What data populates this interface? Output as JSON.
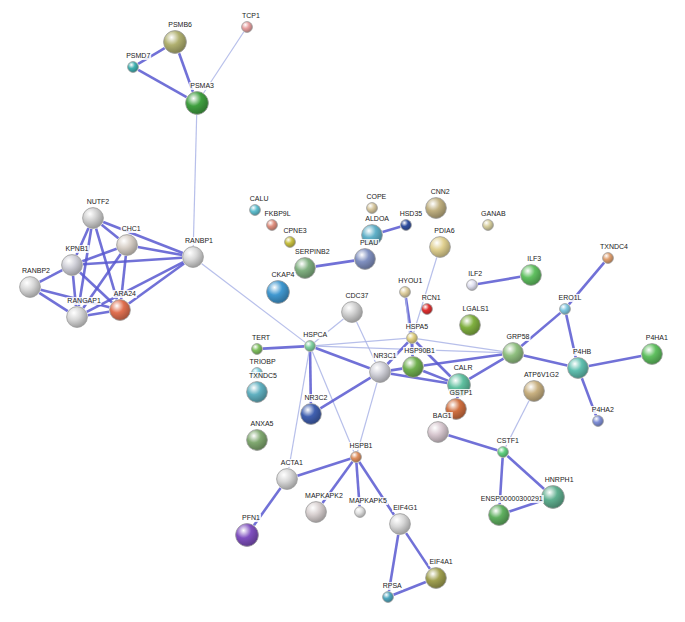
{
  "diagram": {
    "nodes": [
      {
        "text": [
          "TCP1"
        ]
      },
      {
        "text": [
          "PSMB6"
        ]
      },
      {
        "text": [
          "PSMD7"
        ]
      },
      {
        "text": [
          "PSMA3"
        ]
      },
      {
        "text": [
          "NUTF2"
        ]
      },
      {
        "text": [
          "CHC1"
        ]
      },
      {
        "text": [
          "KPNB1"
        ]
      },
      {
        "text": [
          "RANBP1"
        ]
      },
      {
        "text": [
          "RANBP2"
        ]
      },
      {
        "text": [
          "RANGAP1"
        ]
      },
      {
        "text": [
          "ARA24"
        ]
      },
      {
        "text": [
          "CALU"
        ]
      },
      {
        "text": [
          "FKBP9L"
        ]
      },
      {
        "text": [
          "CPNE3"
        ]
      },
      {
        "text": [
          "COPE"
        ]
      },
      {
        "text": [
          "CNN2"
        ]
      },
      {
        "text": [
          "HSD35"
        ]
      },
      {
        "text": [
          "ALDOA"
        ]
      },
      {
        "text": [
          "GANAB"
        ]
      },
      {
        "text": [
          "PLAU"
        ]
      },
      {
        "text": [
          "PDIA6"
        ]
      },
      {
        "text": [
          "SERPINB2"
        ]
      },
      {
        "text": [
          "CKAP4"
        ]
      },
      {
        "text": [
          "HYOU1"
        ]
      },
      {
        "text": [
          "ILF2"
        ]
      },
      {
        "text": [
          "ILF3"
        ]
      },
      {
        "text": [
          "RCN1"
        ]
      },
      {
        "text": [
          "LGALS1"
        ]
      },
      {
        "text": [
          "TXNDC4"
        ]
      },
      {
        "text": [
          "ERO1L"
        ]
      },
      {
        "text": [
          "CDC37"
        ]
      },
      {
        "text": [
          "HSPA5"
        ]
      },
      {
        "text": [
          "TERT"
        ]
      },
      {
        "text": [
          "HSPCA"
        ]
      },
      {
        "text": [
          "HSP90B1"
        ]
      },
      {
        "text": [
          "GRP58"
        ]
      },
      {
        "text": [
          "P4HB"
        ]
      },
      {
        "text": [
          "P4HA1"
        ]
      },
      {
        "text": [
          "TRIOBP"
        ]
      },
      {
        "text": [
          "TXNDC5"
        ]
      },
      {
        "text": [
          "CALR"
        ]
      },
      {
        "text": [
          "NR3C1"
        ]
      },
      {
        "text": [
          "NR3C2"
        ]
      },
      {
        "text": [
          "GSTP1"
        ]
      },
      {
        "text": [
          "ATP6V1G2"
        ]
      },
      {
        "text": [
          "P4HA2"
        ]
      },
      {
        "text": [
          "BAG1"
        ]
      },
      {
        "text": [
          "ANXA5"
        ]
      },
      {
        "text": [
          "CSTF1"
        ]
      },
      {
        "text": [
          "ACTA1"
        ]
      },
      {
        "text": [
          "HSPB1"
        ]
      },
      {
        "text": [
          "MAPKAPK2"
        ]
      },
      {
        "text": [
          "MAPKAPK5"
        ]
      },
      {
        "text": [
          "EIF4G1"
        ]
      },
      {
        "text": [
          "HNRPH1"
        ]
      },
      {
        "text": [
          "ENSP00000300291"
        ]
      },
      {
        "text": [
          "PFN1"
        ]
      },
      {
        "text": [
          "EIF4A1"
        ]
      },
      {
        "text": [
          "RPSA"
        ]
      }
    ],
    "edges": [
      {
        "from": 1,
        "to": 2,
        "arrow": "none"
      },
      {
        "from": 1,
        "to": 3,
        "arrow": "none"
      },
      {
        "from": 2,
        "to": 3,
        "arrow": "none"
      },
      {
        "from": 3,
        "to": 0,
        "arrow": "none"
      },
      {
        "from": 3,
        "to": 7,
        "arrow": "none"
      },
      {
        "from": 7,
        "to": 33,
        "arrow": "none"
      },
      {
        "from": 4,
        "to": 6,
        "arrow": "none"
      },
      {
        "from": 4,
        "to": 5,
        "arrow": "none"
      },
      {
        "from": 4,
        "to": 7,
        "arrow": "none"
      },
      {
        "from": 4,
        "to": 10,
        "arrow": "none"
      },
      {
        "from": 4,
        "to": 9,
        "arrow": "none"
      },
      {
        "from": 6,
        "to": 5,
        "arrow": "none"
      },
      {
        "from": 6,
        "to": 8,
        "arrow": "none"
      },
      {
        "from": 6,
        "to": 9,
        "arrow": "none"
      },
      {
        "from": 6,
        "to": 10,
        "arrow": "none"
      },
      {
        "from": 6,
        "to": 7,
        "arrow": "none"
      },
      {
        "from": 5,
        "to": 7,
        "arrow": "none"
      },
      {
        "from": 5,
        "to": 10,
        "arrow": "none"
      },
      {
        "from": 5,
        "to": 9,
        "arrow": "none"
      },
      {
        "from": 8,
        "to": 9,
        "arrow": "none"
      },
      {
        "from": 8,
        "to": 10,
        "arrow": "none"
      },
      {
        "from": 9,
        "to": 10,
        "arrow": "none"
      },
      {
        "from": 9,
        "to": 7,
        "arrow": "none"
      },
      {
        "from": 10,
        "to": 7,
        "arrow": "none"
      },
      {
        "from": 16,
        "to": 17,
        "arrow": "none"
      },
      {
        "from": 21,
        "to": 19,
        "arrow": "none"
      },
      {
        "from": 24,
        "to": 25,
        "arrow": "none"
      },
      {
        "from": 23,
        "to": 31,
        "arrow": "none"
      },
      {
        "from": 23,
        "to": 34,
        "arrow": "none"
      },
      {
        "from": 20,
        "to": 31,
        "arrow": "none"
      },
      {
        "from": 30,
        "to": 33,
        "arrow": "none"
      },
      {
        "from": 30,
        "to": 41,
        "arrow": "none"
      },
      {
        "from": 33,
        "to": 31,
        "arrow": "none"
      },
      {
        "from": 33,
        "to": 32,
        "arrow": "none"
      },
      {
        "from": 33,
        "to": 41,
        "arrow": "none"
      },
      {
        "from": 33,
        "to": 42,
        "arrow": "none"
      },
      {
        "from": 33,
        "to": 50,
        "arrow": "none"
      },
      {
        "from": 33,
        "to": 35,
        "arrow": "none"
      },
      {
        "from": 33,
        "to": 49,
        "arrow": "none"
      },
      {
        "from": 31,
        "to": 34,
        "arrow": "none"
      },
      {
        "from": 31,
        "to": 40,
        "arrow": "none"
      },
      {
        "from": 31,
        "to": 35,
        "arrow": "none"
      },
      {
        "from": 31,
        "to": 41,
        "arrow": "none"
      },
      {
        "from": 34,
        "to": 40,
        "arrow": "none"
      },
      {
        "from": 34,
        "to": 35,
        "arrow": "none"
      },
      {
        "from": 34,
        "to": 41,
        "arrow": "none"
      },
      {
        "from": 40,
        "to": 35,
        "arrow": "none"
      },
      {
        "from": 40,
        "to": 41,
        "arrow": "none"
      },
      {
        "from": 40,
        "to": 43,
        "arrow": "none"
      },
      {
        "from": 41,
        "to": 42,
        "arrow": "none"
      },
      {
        "from": 41,
        "to": 50,
        "arrow": "none"
      },
      {
        "from": 35,
        "to": 36,
        "arrow": "none"
      },
      {
        "from": 35,
        "to": 29,
        "arrow": "none"
      },
      {
        "from": 29,
        "to": 36,
        "arrow": "none"
      },
      {
        "from": 29,
        "to": 28,
        "arrow": "none"
      },
      {
        "from": 36,
        "to": 37,
        "arrow": "none"
      },
      {
        "from": 36,
        "to": 45,
        "arrow": "none"
      },
      {
        "from": 48,
        "to": 44,
        "arrow": "none"
      },
      {
        "from": 48,
        "to": 46,
        "arrow": "none"
      },
      {
        "from": 48,
        "to": 54,
        "arrow": "none"
      },
      {
        "from": 48,
        "to": 55,
        "arrow": "none"
      },
      {
        "from": 54,
        "to": 55,
        "arrow": "none"
      },
      {
        "from": 49,
        "to": 50,
        "arrow": "none"
      },
      {
        "from": 49,
        "to": 56,
        "arrow": "none"
      },
      {
        "from": 50,
        "to": 51,
        "arrow": "none"
      },
      {
        "from": 50,
        "to": 52,
        "arrow": "none"
      },
      {
        "from": 50,
        "to": 53,
        "arrow": "none"
      },
      {
        "from": 53,
        "to": 57,
        "arrow": "none"
      },
      {
        "from": 53,
        "to": 58,
        "arrow": "none"
      },
      {
        "from": 58,
        "to": 57,
        "arrow": "none"
      }
    ]
  }
}
